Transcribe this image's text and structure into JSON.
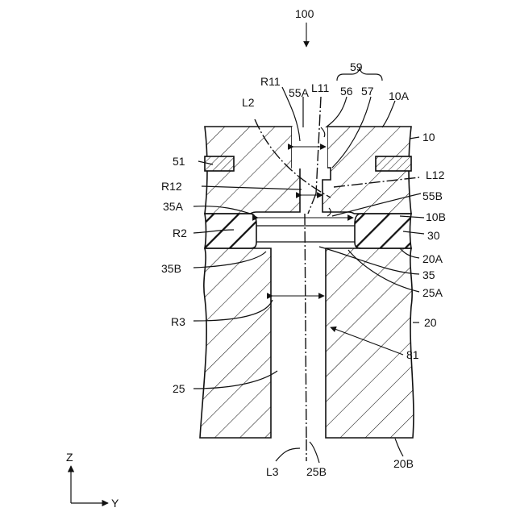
{
  "labels": {
    "assembly": "100",
    "r11": "R11",
    "a55A": "55A",
    "l11": "L11",
    "a59": "59",
    "a56": "56",
    "a57": "57",
    "a10A": "10A",
    "l2": "L2",
    "a10": "10",
    "a51": "51",
    "l12": "L12",
    "r12": "R12",
    "a55B": "55B",
    "a35A": "35A",
    "a10B": "10B",
    "r2": "R2",
    "a30": "30",
    "a20A": "20A",
    "a35B": "35B",
    "a35": "35",
    "a25A": "25A",
    "r3": "R3",
    "a20": "20",
    "a81": "81",
    "a25": "25",
    "l3": "L3",
    "a25B": "25B",
    "a20B": "20B",
    "axis_z": "Z",
    "axis_y": "Y"
  }
}
